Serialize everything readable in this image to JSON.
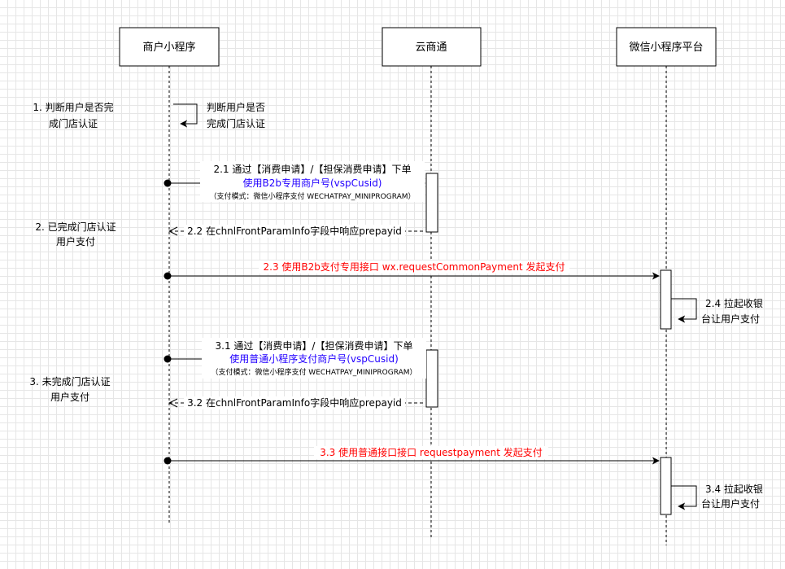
{
  "participants": {
    "merchant": "商户小程序",
    "yunshangtong": "云商通",
    "wechat": "微信小程序平台"
  },
  "notes": {
    "n1": [
      "1. 判断用户是否完",
      "成门店认证"
    ],
    "n2": [
      "2. 已完成门店认证",
      "用户支付"
    ],
    "n3": [
      "3. 未完成门店认证",
      "用户支付"
    ]
  },
  "messages": {
    "m1": [
      "判断用户是否",
      "完成门店认证"
    ],
    "m21": {
      "line1": "2.1 通过【消费申请】/【担保消费申请】下单",
      "line2": "使用B2b专用商户号(vspCusid)",
      "line3": "（支付模式：微信小程序支付 WECHATPAY_MINIPROGRAM）"
    },
    "m22": "2.2 在chnlFrontParamInfo字段中响应prepayid",
    "m23": "2.3 使用B2b支付专用接口 wx.requestCommonPayment 发起支付",
    "m24": [
      "2.4 拉起收银",
      "台让用户支付"
    ],
    "m31": {
      "line1": "3.1 通过【消费申请】/【担保消费申请】下单",
      "line2": "使用普通小程序支付商户号(vspCusid)",
      "line3": "（支付模式：微信小程序支付 WECHATPAY_MINIPROGRAM）"
    },
    "m32": "3.2 在chnlFrontParamInfo字段中响应prepayid",
    "m33": "3.3 使用普通接口接口 requestpayment 发起支付",
    "m34": [
      "3.4 拉起收银",
      "台让用户支付"
    ]
  },
  "colors": {
    "highlight_blue": "#2200ff",
    "highlight_red": "#ff0000",
    "line": "#000000"
  }
}
